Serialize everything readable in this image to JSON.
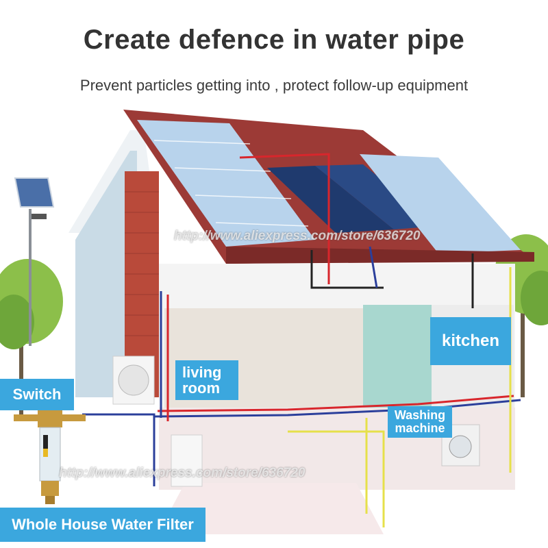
{
  "header": {
    "title": "Create defence in water pipe",
    "subtitle": "Prevent particles getting into , protect follow-up equipment"
  },
  "labels": {
    "switch": "Switch",
    "living_room_line1": "living",
    "living_room_line2": "room",
    "kitchen": "kitchen",
    "washing_line1": "Washing",
    "washing_line2": "machine",
    "whole_house_filter": "Whole House Water Filter"
  },
  "watermarks": {
    "top": "http://www.aliexpress.com/store/636720",
    "bottom": "http://www.aliexpress.com/store/636720"
  },
  "colors": {
    "label_bg": "#3ba7de",
    "hot_pipe": "#d8262c",
    "cold_pipe": "#2b3f9b",
    "drain_pipe": "#e6e04a",
    "roof": "#9c3a36",
    "brick": "#b94a3a"
  }
}
